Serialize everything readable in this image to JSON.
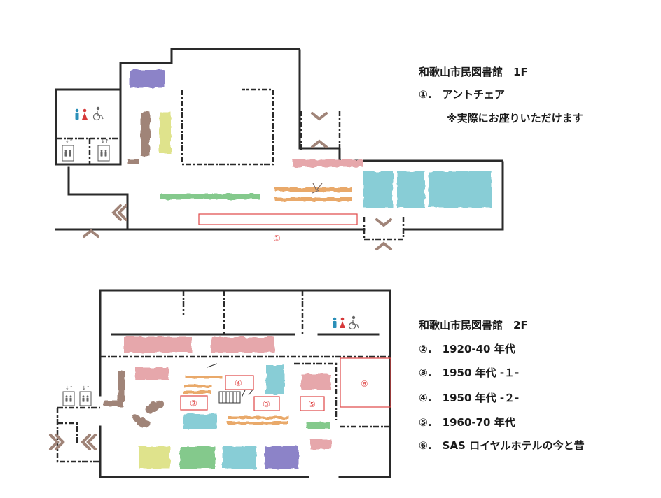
{
  "floor1": {
    "title": "和歌山市民図書館　1F",
    "items": [
      {
        "num": "①.",
        "text": "アントチェア"
      }
    ],
    "note": "※実際にお座りいただけます",
    "markers": [
      "①"
    ]
  },
  "floor2": {
    "title": "和歌山市民図書館　2F",
    "items": [
      {
        "num": "②.",
        "text": "1920-40 年代"
      },
      {
        "num": "③.",
        "text": "1950 年代 -１-"
      },
      {
        "num": "④.",
        "text": "1950 年代 -２-"
      },
      {
        "num": "⑤.",
        "text": "1960-70 年代"
      },
      {
        "num": "⑥.",
        "text": "SAS ロイヤルホテルの今と昔"
      }
    ],
    "markers": [
      "②",
      "③",
      "④",
      "⑤",
      "⑥"
    ]
  },
  "colors": {
    "marker": "#e04646",
    "purple": "#8c83c8",
    "yellow": "#dfe38c",
    "brown": "#a08478",
    "green": "#84c98c",
    "orange": "#e9a96b",
    "pink": "#e6a7ab",
    "cyan": "#88cdd6",
    "restroom_blue": "#2b8fb8",
    "restroom_red": "#d6393a",
    "stairs": "#a08478"
  },
  "icons": [
    "restroom-icon",
    "wheelchair-icon",
    "elevator-icon",
    "stairs-icon",
    "escalator-icon"
  ]
}
